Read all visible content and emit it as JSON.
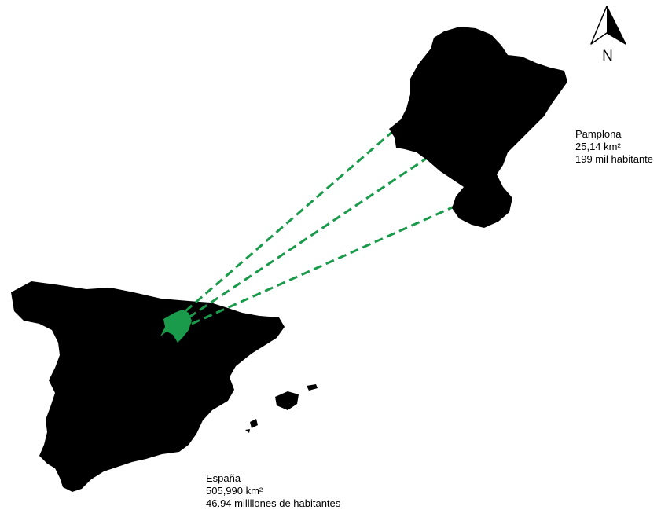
{
  "north_arrow": {
    "letter": "N",
    "icon": "north-arrow-icon"
  },
  "colors": {
    "land": "#000000",
    "highlight": "#1a9a4b",
    "connector": "#1a9a4b",
    "background": "#ffffff"
  },
  "regions": {
    "navarra": {
      "name": "Pamplona",
      "area": "25,14 km²",
      "population": "199 mil habitante"
    },
    "spain": {
      "name": "España",
      "area": "505,990 km²",
      "population": "46.94 millllones de habitantes"
    }
  }
}
